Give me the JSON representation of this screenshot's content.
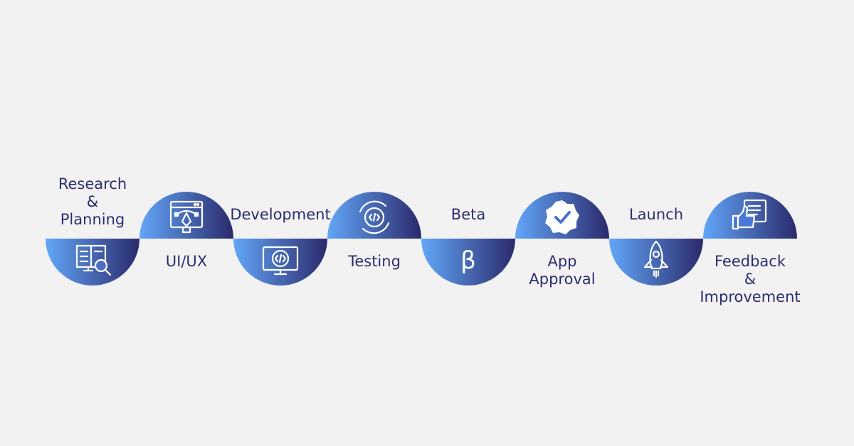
{
  "title": "App Development Process",
  "colors": {
    "gradient_start": "#62a6f8",
    "gradient_end": "#2b2a6c",
    "text": "#2b2d6e",
    "background": "#f2f2f2"
  },
  "steps": [
    {
      "label_lines": [
        "Research",
        "&",
        "Planning"
      ],
      "icon": "book-magnifier-icon",
      "position": "bottom"
    },
    {
      "label_lines": [
        "UI/UX"
      ],
      "icon": "design-pen-tool-icon",
      "position": "top"
    },
    {
      "label_lines": [
        "Development"
      ],
      "icon": "monitor-gear-code-icon",
      "position": "bottom"
    },
    {
      "label_lines": [
        "Testing"
      ],
      "icon": "gear-code-cycle-icon",
      "position": "top"
    },
    {
      "label_lines": [
        "Beta"
      ],
      "icon": "beta-symbol-icon",
      "glyph": "β",
      "position": "bottom"
    },
    {
      "label_lines": [
        "App",
        "Approval"
      ],
      "icon": "verified-badge-icon",
      "position": "top"
    },
    {
      "label_lines": [
        "Launch"
      ],
      "icon": "rocket-icon",
      "position": "bottom"
    },
    {
      "label_lines": [
        "Feedback",
        "&",
        "Improvement"
      ],
      "icon": "thumbs-up-document-icon",
      "position": "top"
    }
  ]
}
